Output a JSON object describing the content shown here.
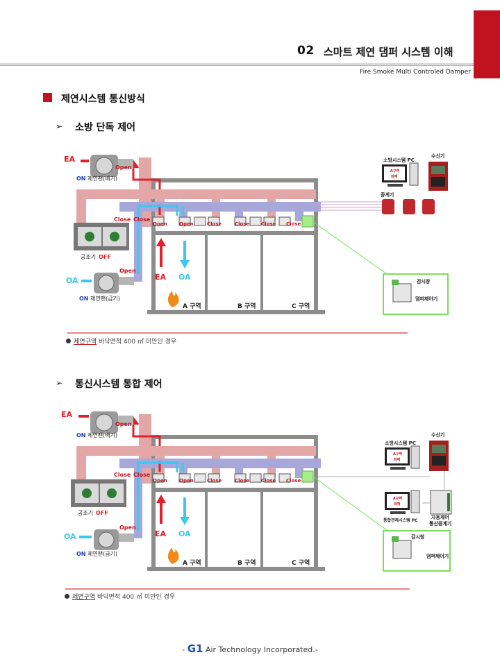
{
  "header": {
    "chapter_number": "02",
    "chapter_title": "스마트 제연 댐퍼 시스템 이해",
    "chapter_subtitle": "Fire Smoke Multi Controled Damper"
  },
  "section": {
    "title": "제연시스템 통신방식"
  },
  "subsections": [
    {
      "arrow": "➢",
      "title": "소방 단독 제어"
    },
    {
      "arrow": "➢",
      "title": "통신시스템 통합 제어"
    }
  ],
  "diagram": {
    "ea": "EA",
    "oa": "OA",
    "on": "ON",
    "fan_exhaust": "제연팬(배기)",
    "fan_supply": "제연팬(급기)",
    "ahu": "공조기",
    "off": "OFF",
    "open": "Open",
    "close": "Close",
    "zone_a": "A 구역",
    "zone_b": "B 구역",
    "zone_c": "C 구역",
    "fire_pc": "소방시스템 PC",
    "receiver": "수신기",
    "repeater": "중계기",
    "monitor": "감시창",
    "damper_ctrl": "댐퍼제어기",
    "bms_pc": "통합관제시스템 PC",
    "auto_repeater_1": "자동제어",
    "auto_repeater_2": "통신중계기",
    "screen_alert_1": "A구역",
    "screen_alert_2": "화재"
  },
  "notes": [
    {
      "emphasis": "제연구역",
      "rest": " 바닥면적 400 ㎡ 미만인 경우"
    },
    {
      "emphasis": "제연구역",
      "rest": " 바닥면적 400 ㎡ 미만인 경우"
    }
  ],
  "footer": {
    "prefix": "- ",
    "brand": "G1",
    "text": " Air Technology Incorporated.-"
  },
  "colors": {
    "accent_red": "#c1121f",
    "duct_exhaust": "#e3a7a7",
    "duct_supply": "#a7a8d9",
    "frame": "#8c8c8c",
    "ea_arrow": "#e0202a",
    "oa_arrow": "#3cc8ee",
    "on_text": "#1f3fb5",
    "link_green": "#79e05a"
  }
}
